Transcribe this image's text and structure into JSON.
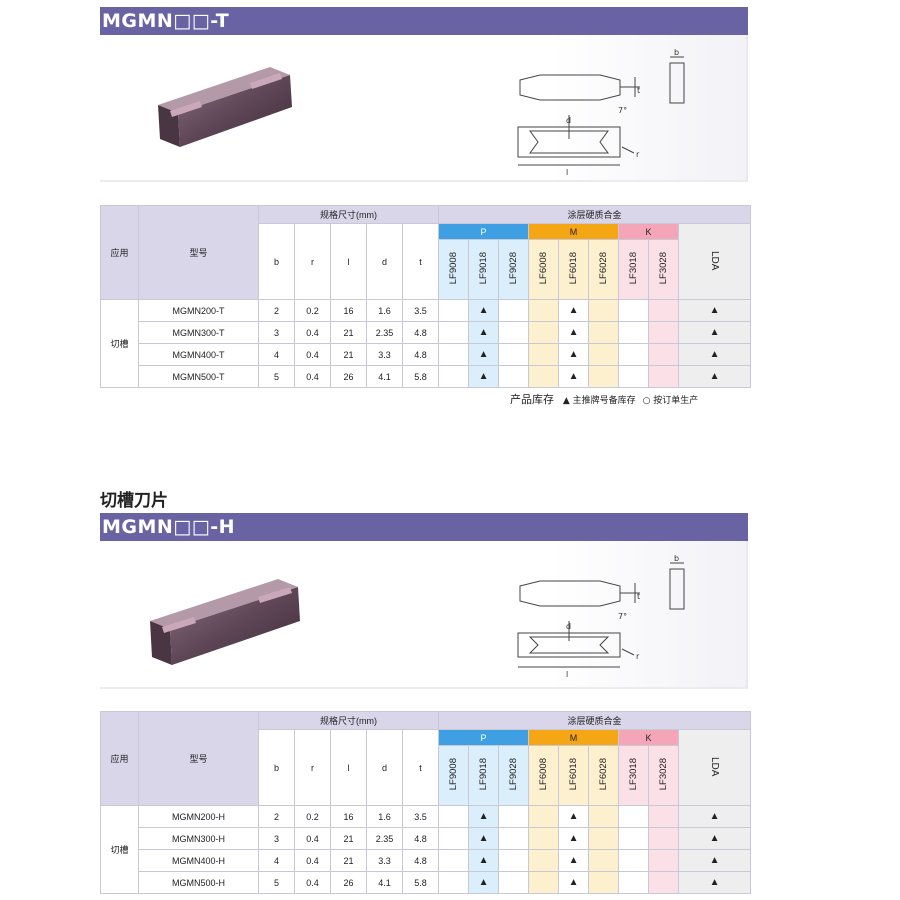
{
  "sections": [
    {
      "id": "t",
      "title": "MGMN□□-T",
      "dims": {
        "b": "b",
        "t": "t",
        "angle": "7°",
        "d": "d",
        "l": "l",
        "r": "r"
      },
      "table": {
        "app_header": "应用",
        "model_header": "型号",
        "spec_header": "规格尺寸(mm)",
        "spec_cols": [
          "b",
          "r",
          "l",
          "d",
          "t"
        ],
        "coating_header": "涂层硬质合金",
        "groups": [
          {
            "label": "P",
            "grades": [
              "LF9008",
              "LF9018",
              "LF9028"
            ]
          },
          {
            "label": "M",
            "grades": [
              "LF6008",
              "LF6018",
              "LF6028"
            ]
          },
          {
            "label": "K",
            "grades": [
              "LF3018",
              "LF3028"
            ]
          }
        ],
        "lda": "LDA",
        "app_value": "切槽",
        "rows": [
          {
            "model": "MGMN200-T",
            "b": "2",
            "r": "0.2",
            "l": "16",
            "d": "1.6",
            "t": "3.5",
            "marks": [
              "",
              "▲",
              "",
              "",
              "▲",
              "",
              "",
              "",
              "▲"
            ]
          },
          {
            "model": "MGMN300-T",
            "b": "3",
            "r": "0.4",
            "l": "21",
            "d": "2.35",
            "t": "4.8",
            "marks": [
              "",
              "▲",
              "",
              "",
              "▲",
              "",
              "",
              "",
              "▲"
            ]
          },
          {
            "model": "MGMN400-T",
            "b": "4",
            "r": "0.4",
            "l": "21",
            "d": "3.3",
            "t": "4.8",
            "marks": [
              "",
              "▲",
              "",
              "",
              "▲",
              "",
              "",
              "",
              "▲"
            ]
          },
          {
            "model": "MGMN500-T",
            "b": "5",
            "r": "0.4",
            "l": "26",
            "d": "4.1",
            "t": "5.8",
            "marks": [
              "",
              "▲",
              "",
              "",
              "▲",
              "",
              "",
              "",
              "▲"
            ]
          }
        ]
      }
    },
    {
      "id": "h",
      "title": "MGMN□□-H",
      "dims": {
        "b": "b",
        "t": "t",
        "angle": "7°",
        "d": "d",
        "l": "l",
        "r": "r"
      },
      "table": {
        "app_header": "应用",
        "model_header": "型号",
        "spec_header": "规格尺寸(mm)",
        "spec_cols": [
          "b",
          "r",
          "l",
          "d",
          "t"
        ],
        "coating_header": "涂层硬质合金",
        "groups": [
          {
            "label": "P",
            "grades": [
              "LF9008",
              "LF9018",
              "LF9028"
            ]
          },
          {
            "label": "M",
            "grades": [
              "LF6008",
              "LF6018",
              "LF6028"
            ]
          },
          {
            "label": "K",
            "grades": [
              "LF3018",
              "LF3028"
            ]
          }
        ],
        "lda": "LDA",
        "app_value": "切槽",
        "rows": [
          {
            "model": "MGMN200-H",
            "b": "2",
            "r": "0.2",
            "l": "16",
            "d": "1.6",
            "t": "3.5",
            "marks": [
              "",
              "▲",
              "",
              "",
              "▲",
              "",
              "",
              "",
              "▲"
            ]
          },
          {
            "model": "MGMN300-H",
            "b": "3",
            "r": "0.4",
            "l": "21",
            "d": "2.35",
            "t": "4.8",
            "marks": [
              "",
              "▲",
              "",
              "",
              "▲",
              "",
              "",
              "",
              "▲"
            ]
          },
          {
            "model": "MGMN400-H",
            "b": "4",
            "r": "0.4",
            "l": "21",
            "d": "3.3",
            "t": "4.8",
            "marks": [
              "",
              "▲",
              "",
              "",
              "▲",
              "",
              "",
              "",
              "▲"
            ]
          },
          {
            "model": "MGMN500-H",
            "b": "5",
            "r": "0.4",
            "l": "26",
            "d": "4.1",
            "t": "5.8",
            "marks": [
              "",
              "▲",
              "",
              "",
              "▲",
              "",
              "",
              "",
              "▲"
            ]
          }
        ]
      }
    }
  ],
  "legend": {
    "title": "产品库存",
    "stock_mark": "▲",
    "stock_text": "主推牌号备库存",
    "order_mark": "○",
    "order_text": "按订单生产"
  },
  "section_heading": "切槽刀片",
  "colors": {
    "banner": "#6a63a3",
    "header": "#d9d6ea",
    "p": "#3ea0e3",
    "m": "#f5a615",
    "k": "#f4a6b8",
    "insert": "#5e4656"
  }
}
